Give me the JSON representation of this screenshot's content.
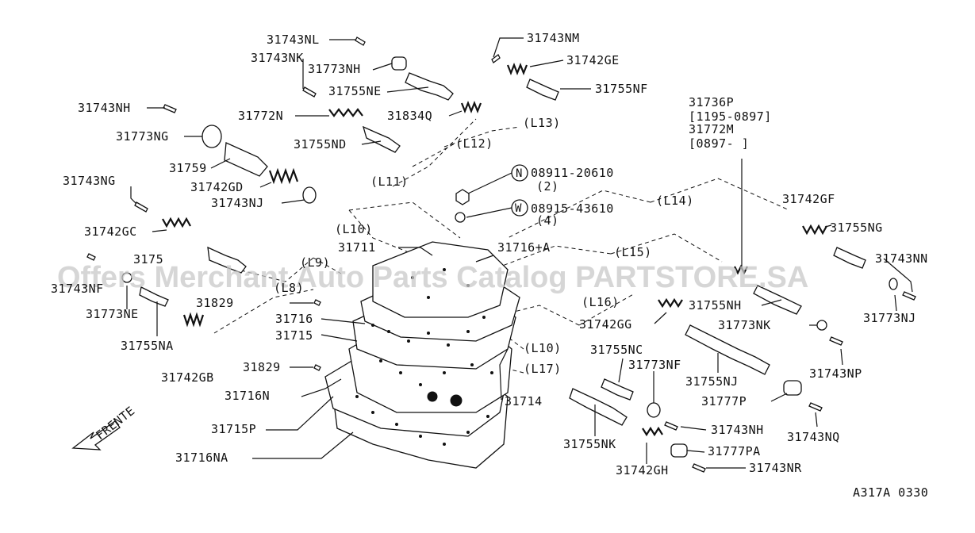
{
  "watermark": "Offers Merchant Auto Parts Catalog PARTSTORE.SA",
  "diagram_code": "A317A  0330",
  "direction_label": "FRENTE",
  "supersession": {
    "line1": "31736P",
    "line2": "[1195-0897]",
    "line3": "31772M",
    "line4": "[0897-        ]"
  },
  "hardware": {
    "nut_symbol": "N",
    "nut_part": "08911-20610",
    "nut_qty": "(2)",
    "washer_symbol": "W",
    "washer_part": "08915-43610",
    "washer_qty": "(4)"
  },
  "leaders": [
    "L8",
    "L9",
    "L10",
    "L11",
    "L12",
    "L13",
    "L14",
    "L15",
    "L16",
    "L10",
    "L17"
  ],
  "part_labels": {
    "p31743NL": "31743NL",
    "p31743NK": "31743NK",
    "p31773NH": "31773NH",
    "p31755NE": "31755NE",
    "p31743NM": "31743NM",
    "p31742GE": "31742GE",
    "p31755NF": "31755NF",
    "p31743NH_top": "31743NH",
    "p31772N": "31772N",
    "p31834Q": "31834Q",
    "p31773NG": "31773NG",
    "p31755ND": "31755ND",
    "p31759": "31759",
    "p31742GD": "31742GD",
    "p31743NG": "31743NG",
    "p31743NJ": "31743NJ",
    "p31742GC": "31742GC",
    "p31755NC_left": "3175",
    "p31743NF": "31743NF",
    "p31773NE": "31773NE",
    "p31755NA": "31755NA",
    "p31742GB": "31742GB",
    "p31711": "31711",
    "p31716A": "31716+A",
    "p31829a": "31829",
    "p31716": "31716",
    "p31715": "31715",
    "p31829b": "31829",
    "p31716N": "31716N",
    "p31715P": "31715P",
    "p31716NA": "31716NA",
    "p31714": "31714",
    "p31742GF": "31742GF",
    "p31755NG": "31755NG",
    "p31743NN": "31743NN",
    "p31773NJ": "31773NJ",
    "p31755NH": "31755NH",
    "p31742GG": "31742GG",
    "p31773NK": "31773NK",
    "p31743NP": "31743NP",
    "p31755NC": "31755NC",
    "p31773NF": "31773NF",
    "p31755NJ": "31755NJ",
    "p31777P": "31777P",
    "p31743NQ": "31743NQ",
    "p31755NK": "31755NK",
    "p31743NH_bottom": "31743NH",
    "p31777PA": "31777PA",
    "p31742GH": "31742GH",
    "p31743NR": "31743NR"
  }
}
